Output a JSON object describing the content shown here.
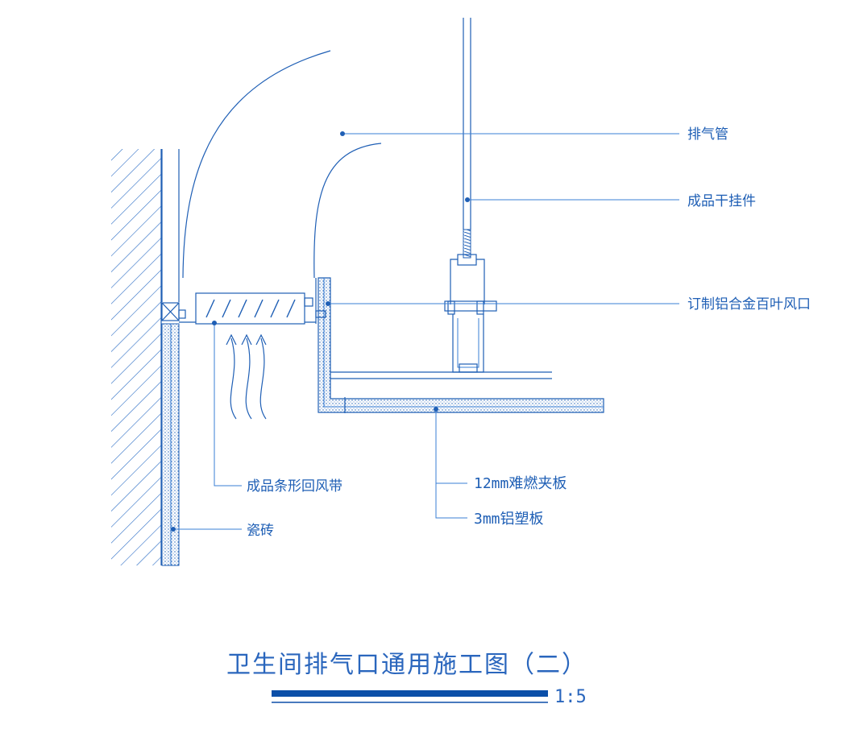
{
  "labels": {
    "exhaust_pipe": "排气管",
    "hanger": "成品干挂件",
    "louver": "订制铝合金百叶风口",
    "return_strip": "成品条形回风带",
    "tile": "瓷砖",
    "fire_board": "12mm难燃夹板",
    "alu_plastic": "3mm铝塑板"
  },
  "title": "卫生间排气口通用施工图（二）",
  "scale": "1:5",
  "colors": {
    "line": "#1f5fb5",
    "title": "#2a66bd",
    "scale_bar": "#0b4fa8"
  }
}
